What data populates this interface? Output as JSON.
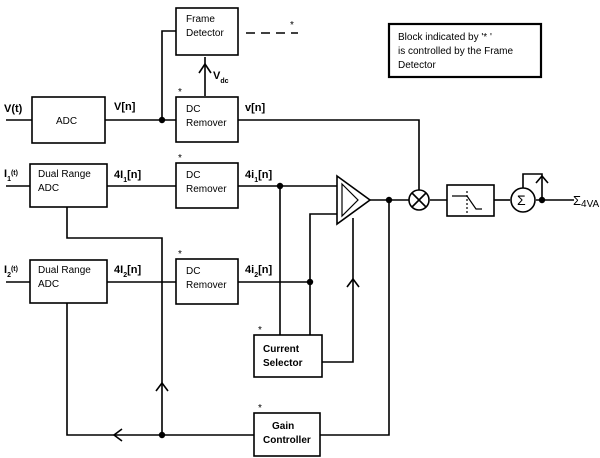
{
  "blocks": {
    "frame_detector": [
      "Frame",
      "Detector"
    ],
    "adc": [
      "ADC"
    ],
    "dc_remover_v": [
      "DC",
      "Remover"
    ],
    "dual_adc_1": [
      "Dual Range",
      "ADC"
    ],
    "dc_remover_1": [
      "DC",
      "Remover"
    ],
    "dual_adc_2": [
      "Dual Range",
      "ADC"
    ],
    "dc_remover_2": [
      "DC",
      "Remover"
    ],
    "current_selector": [
      "Current",
      "Selector"
    ],
    "gain_controller": [
      "Gain",
      "Controller"
    ],
    "sum_symbol": "Σ"
  },
  "signals": {
    "v_in": "V(t)",
    "v_n_upper": "V[n]",
    "v_n_lower": "v[n]",
    "vdc_main": "V",
    "vdc_sub": "dc",
    "i1_main": "I",
    "i1_sub": "1",
    "i1_suffix": "(t)",
    "i2_main": "I",
    "i2_sub": "2",
    "i2_suffix": "(t)",
    "i1_adc_pre": "4I",
    "i1_adc_sub": "1",
    "i1_adc_post": "[n]",
    "i1_dc_pre": "4i",
    "i1_dc_sub": "1",
    "i1_dc_post": "[n]",
    "i2_adc_pre": "4I",
    "i2_adc_sub": "2",
    "i2_adc_post": "[n]",
    "i2_dc_pre": "4i",
    "i2_dc_sub": "2",
    "i2_dc_post": "[n]",
    "output_sigma": "Σ",
    "output_text": "4VA"
  },
  "asterisk": "*",
  "note": [
    "Block indicated by '* '",
    "is controlled by the Frame",
    "Detector"
  ]
}
